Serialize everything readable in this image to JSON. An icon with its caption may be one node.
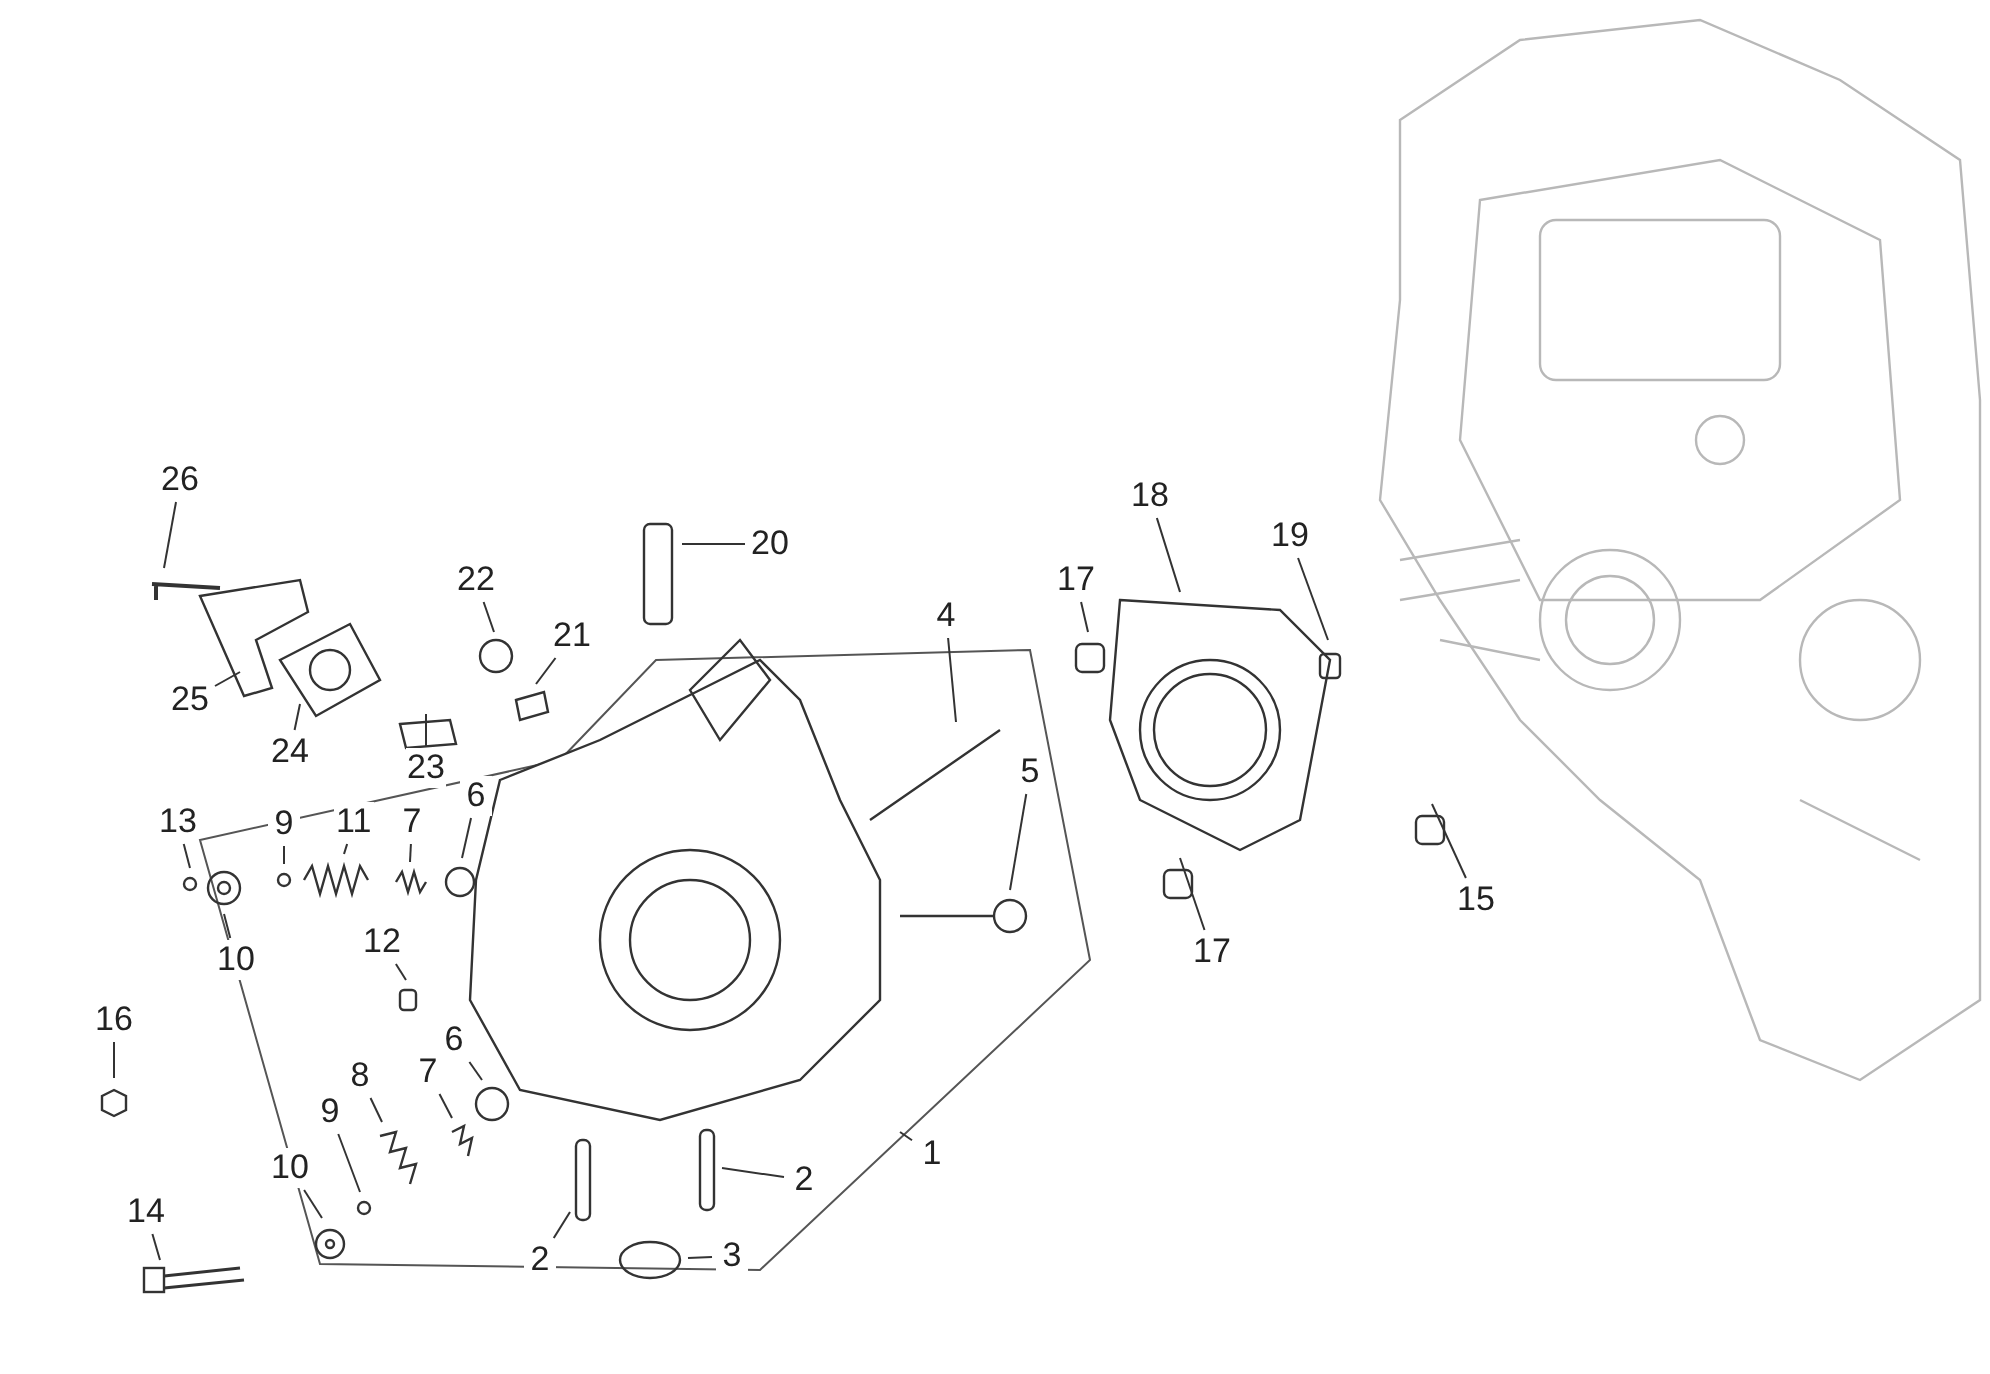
{
  "diagram": {
    "nodes": [
      {
        "text": [
          "26"
        ]
      },
      {
        "text": [
          "20"
        ]
      },
      {
        "text": [
          "18"
        ]
      },
      {
        "text": [
          "19"
        ]
      },
      {
        "text": [
          "17"
        ]
      },
      {
        "text": [
          "22"
        ]
      },
      {
        "text": [
          "21"
        ]
      },
      {
        "text": [
          "4"
        ]
      },
      {
        "text": [
          "25"
        ]
      },
      {
        "text": [
          "24"
        ]
      },
      {
        "text": [
          "23"
        ]
      },
      {
        "text": [
          "13"
        ]
      },
      {
        "text": [
          "9"
        ]
      },
      {
        "text": [
          "11"
        ]
      },
      {
        "text": [
          "7"
        ]
      },
      {
        "text": [
          "6"
        ]
      },
      {
        "text": [
          "5"
        ]
      },
      {
        "text": [
          "10"
        ]
      },
      {
        "text": [
          "17"
        ]
      },
      {
        "text": [
          "15"
        ]
      },
      {
        "text": [
          "12"
        ]
      },
      {
        "text": [
          "16"
        ]
      },
      {
        "text": [
          "6"
        ]
      },
      {
        "text": [
          "8"
        ]
      },
      {
        "text": [
          "7"
        ]
      },
      {
        "text": [
          "1"
        ]
      },
      {
        "text": [
          "9"
        ]
      },
      {
        "text": [
          "2"
        ]
      },
      {
        "text": [
          "10"
        ]
      },
      {
        "text": [
          "2"
        ]
      },
      {
        "text": [
          "14"
        ]
      },
      {
        "text": [
          "3"
        ]
      }
    ],
    "edges": [
      {
        "from": 0,
        "to": null,
        "arrow": "none"
      },
      {
        "from": 1,
        "to": null,
        "arrow": "none"
      },
      {
        "from": 2,
        "to": null,
        "arrow": "none"
      },
      {
        "from": 3,
        "to": null,
        "arrow": "none"
      },
      {
        "from": 4,
        "to": null,
        "arrow": "none"
      },
      {
        "from": 5,
        "to": null,
        "arrow": "none"
      },
      {
        "from": 6,
        "to": null,
        "arrow": "none"
      },
      {
        "from": 7,
        "to": null,
        "arrow": "none"
      },
      {
        "from": 8,
        "to": null,
        "arrow": "none"
      },
      {
        "from": 9,
        "to": null,
        "arrow": "none"
      },
      {
        "from": 10,
        "to": null,
        "arrow": "none"
      },
      {
        "from": 11,
        "to": null,
        "arrow": "none"
      },
      {
        "from": 12,
        "to": null,
        "arrow": "none"
      },
      {
        "from": 13,
        "to": null,
        "arrow": "none"
      },
      {
        "from": 14,
        "to": null,
        "arrow": "none"
      },
      {
        "from": 15,
        "to": null,
        "arrow": "none"
      },
      {
        "from": 16,
        "to": null,
        "arrow": "none"
      },
      {
        "from": 17,
        "to": null,
        "arrow": "none"
      },
      {
        "from": 18,
        "to": null,
        "arrow": "none"
      },
      {
        "from": 19,
        "to": null,
        "arrow": "none"
      },
      {
        "from": 20,
        "to": null,
        "arrow": "none"
      },
      {
        "from": 21,
        "to": null,
        "arrow": "none"
      },
      {
        "from": 22,
        "to": null,
        "arrow": "none"
      },
      {
        "from": 23,
        "to": null,
        "arrow": "none"
      },
      {
        "from": 24,
        "to": null,
        "arrow": "none"
      },
      {
        "from": 25,
        "to": null,
        "arrow": "none"
      },
      {
        "from": 26,
        "to": null,
        "arrow": "none"
      },
      {
        "from": 27,
        "to": null,
        "arrow": "none"
      },
      {
        "from": 28,
        "to": null,
        "arrow": "none"
      },
      {
        "from": 29,
        "to": null,
        "arrow": "none"
      },
      {
        "from": 30,
        "to": null,
        "arrow": "none"
      },
      {
        "from": 31,
        "to": null,
        "arrow": "none"
      }
    ]
  }
}
